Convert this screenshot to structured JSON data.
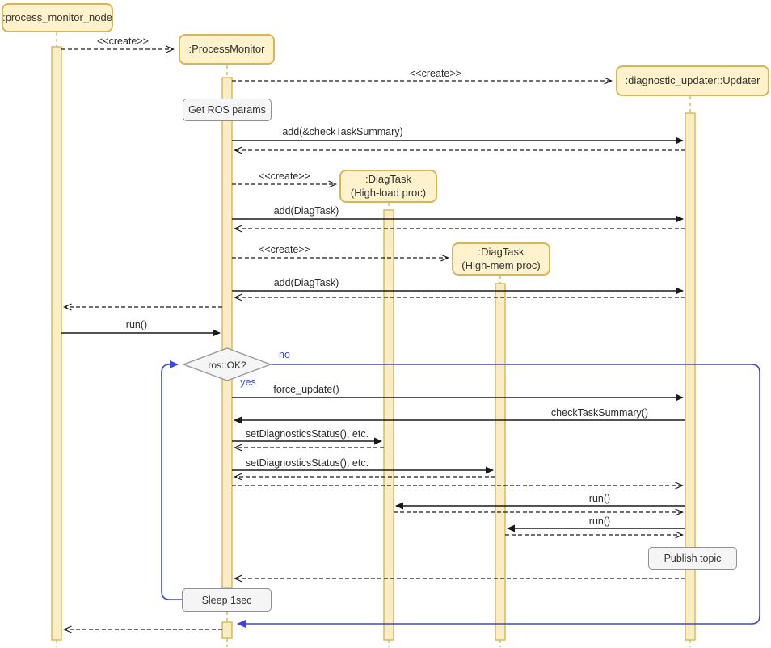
{
  "diagram": {
    "actors": [
      {
        "id": "process_monitor_node",
        "label": ":process_monitor_node"
      },
      {
        "id": "process_monitor",
        "label": ":ProcessMonitor"
      },
      {
        "id": "diag_task_high_load",
        "label": ":DiagTask",
        "sublabel": "(High-load proc)"
      },
      {
        "id": "diag_task_high_mem",
        "label": ":DiagTask",
        "sublabel": "(High-mem proc)"
      },
      {
        "id": "updater",
        "label": ":diagnostic_updater::Updater"
      }
    ],
    "notes": {
      "get_ros_params": "Get ROS params",
      "publish_topic": "Publish topic",
      "sleep_1sec": "Sleep 1sec"
    },
    "messages": {
      "create": "<<create>>",
      "add_check_task_summary": "add(&checkTaskSummary)",
      "add_diag_task": "add(DiagTask)",
      "run": "run()",
      "force_update": "force_update()",
      "check_task_summary": "checkTaskSummary()",
      "set_diagnostics_status": "setDiagnosticsStatus(), etc."
    },
    "decision": {
      "label": "ros::OK?",
      "yes_label": "yes",
      "no_label": "no"
    },
    "colors": {
      "actor_fill": "#FFF2CC",
      "actor_border": "#D6B656",
      "activation_fill": "#FAECC3",
      "note_fill": "#F5F5F5",
      "note_border": "#8F8F8F",
      "loop_blue": "#3B46DE",
      "arrow_black": "#1a1a1a"
    }
  }
}
